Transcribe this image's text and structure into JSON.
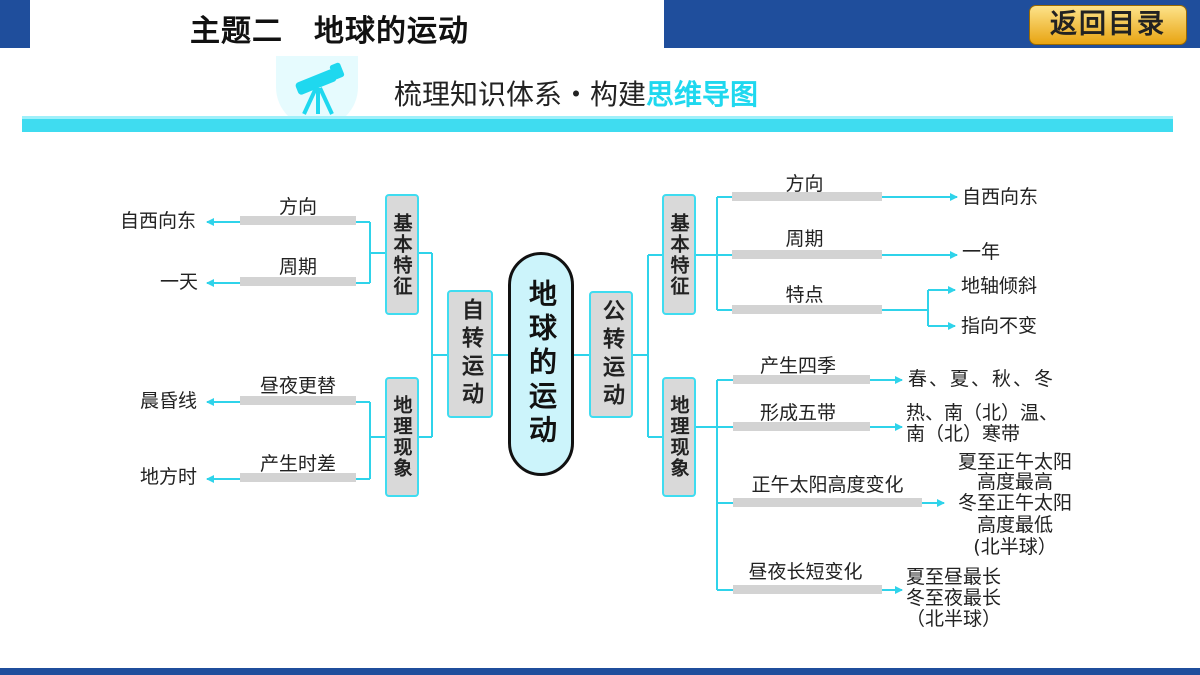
{
  "header": {
    "topic_title": "主题二　地球的运动",
    "back_button": "返回目录",
    "subtitle_main": "梳理知识体系・构建",
    "subtitle_highlight": "思维导图"
  },
  "icons": {
    "telescope": "telescope-icon"
  },
  "colors": {
    "brand_blue": "#1f4e9c",
    "accent_cyan": "#3fdcf0",
    "button_gold": "#f0b92a"
  },
  "mindmap": {
    "center": "地球的运动",
    "rotation": {
      "label": "自转运动",
      "basic": {
        "label": "基本特征",
        "direction": {
          "label": "方向",
          "value": "自西向东"
        },
        "period": {
          "label": "周期",
          "value": "一天"
        }
      },
      "phenomena": {
        "label": "地理现象",
        "day_night": {
          "label": "昼夜更替",
          "value": "晨昏线"
        },
        "time_diff": {
          "label": "产生时差",
          "value": "地方时"
        }
      }
    },
    "revolution": {
      "label": "公转运动",
      "basic": {
        "label": "基本特征",
        "direction": {
          "label": "方向",
          "value": "自西向东"
        },
        "period": {
          "label": "周期",
          "value": "一年"
        },
        "feature": {
          "label": "特点",
          "values": [
            "地轴倾斜",
            "指向不变"
          ]
        }
      },
      "phenomena": {
        "label": "地理现象",
        "seasons": {
          "label": "产生四季",
          "value": "春、夏、秋、冬"
        },
        "zones": {
          "label": "形成五带",
          "lines": [
            "热、南（北）温、",
            "南（北）寒带"
          ]
        },
        "noon_sun": {
          "label": "正午太阳高度变化",
          "lines": [
            "夏至正午太阳",
            "高度最高",
            "冬至正午太阳",
            "高度最低",
            "(北半球）"
          ]
        },
        "day_length": {
          "label": "昼夜长短变化",
          "lines": [
            "夏至昼最长",
            "冬至夜最长",
            "（北半球）"
          ]
        }
      }
    }
  }
}
